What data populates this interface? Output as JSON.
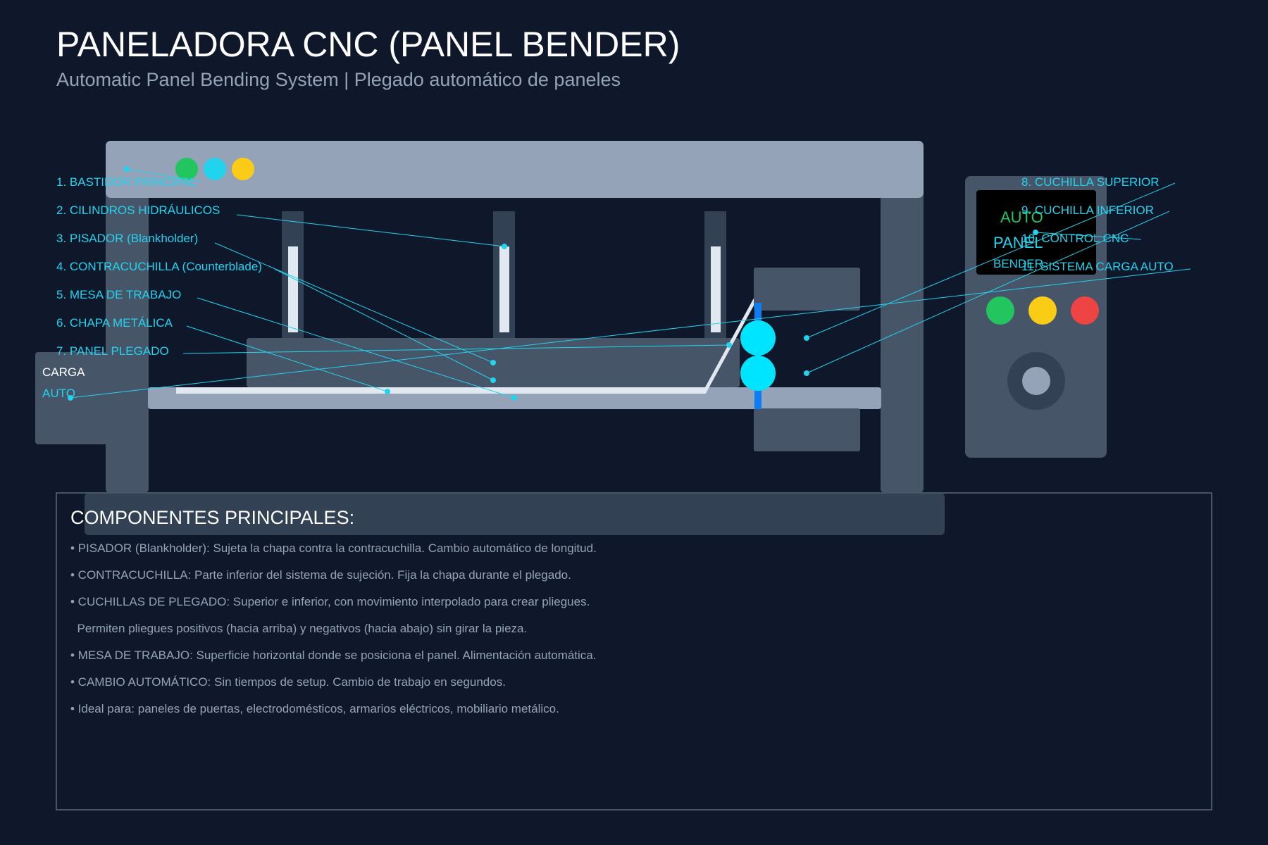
{
  "header": {
    "title": "PANELADORA CNC (PANEL BENDER)",
    "subtitle": "Automatic Panel Bending System | Plegado automático de paneles"
  },
  "callouts_left": [
    "1. BASTIDOR PRINCIPAL",
    "2. CILINDROS HIDRÁULICOS",
    "3. PISADOR (Blankholder)",
    "4. CONTRACUCHILLA (Counterblade)",
    "5. MESA DE TRABAJO",
    "6. CHAPA METÁLICA",
    "7. PANEL PLEGADO"
  ],
  "callouts_right": [
    "8. CUCHILLA SUPERIOR",
    "9. CUCHILLA INFERIOR",
    "10. CONTROL CNC",
    "11. SISTEMA CARGA AUTO"
  ],
  "control_screen": {
    "line1": "AUTO",
    "line2": "PANEL",
    "line3": "BENDER"
  },
  "loader": {
    "line1": "CARGA",
    "line2": "AUTO"
  },
  "components_box": {
    "heading": "COMPONENTES PRINCIPALES:",
    "lines": [
      "• PISADOR (Blankholder): Sujeta la chapa contra la contracuchilla. Cambio automático de longitud.",
      "• CONTRACUCHILLA: Parte inferior del sistema de sujeción. Fija la chapa durante el plegado.",
      "• CUCHILLAS DE PLEGADO: Superior e inferior, con movimiento interpolado para crear pliegues.",
      "  Permiten pliegues positivos (hacia arriba) y negativos (hacia abajo) sin girar la pieza.",
      "• MESA DE TRABAJO: Superficie horizontal donde se posiciona el panel. Alimentación automática.",
      "• CAMBIO AUTOMÁTICO: Sin tiempos de setup. Cambio de trabajo en segundos.",
      "• Ideal para: paneles de puertas, electrodomésticos, armarios eléctricos, mobiliario metálico."
    ]
  },
  "colors": {
    "background": "#0f172a",
    "frame_light": "#94a3b8",
    "frame_dark": "#475569",
    "accent_cyan": "#22d3ee",
    "light_green": "#22c55e",
    "light_yellow": "#facc15",
    "light_red": "#ef4444",
    "blade_blue": "#0e7cf2"
  }
}
